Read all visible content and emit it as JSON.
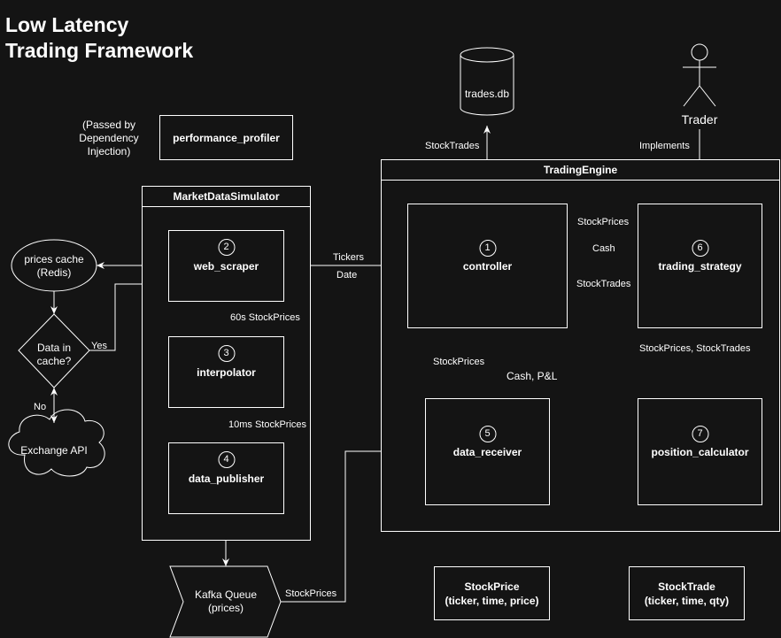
{
  "title": {
    "line1": "Low Latency",
    "line2": "Trading Framework"
  },
  "note": {
    "line1": "(Passed by",
    "line2": "Dependency",
    "line3": "Injection)"
  },
  "performance_profiler": "performance_profiler",
  "database": "trades.db",
  "actor": "Trader",
  "market_sim": {
    "title": "MarketDataSimulator",
    "web_scraper": {
      "num": "2",
      "label": "web_scraper"
    },
    "interpolator": {
      "num": "3",
      "label": "interpolator"
    },
    "data_publisher": {
      "num": "4",
      "label": "data_publisher"
    }
  },
  "engine": {
    "title": "TradingEngine",
    "controller": {
      "num": "1",
      "label": "controller"
    },
    "trading_strategy": {
      "num": "6",
      "label": "trading_strategy"
    },
    "data_receiver": {
      "num": "5",
      "label": "data_receiver"
    },
    "position_calculator": {
      "num": "7",
      "label": "position_calculator"
    }
  },
  "cache": {
    "line1": "prices cache",
    "line2": "(Redis)"
  },
  "decision": {
    "line1": "Data in",
    "line2": "cache?"
  },
  "cloud": "Exchange API",
  "queue": {
    "line1": "Kafka Queue",
    "line2": "(prices)"
  },
  "legend_price": {
    "line1": "StockPrice",
    "line2": "(ticker, time, price)"
  },
  "legend_trade": {
    "line1": "StockTrade",
    "line2": "(ticker, time, qty)"
  },
  "edges": {
    "db_trades": "StockTrades",
    "implements": "Implements",
    "tickers": "Tickers",
    "date": "Date",
    "stockprices_strategy": "StockPrices",
    "cash": "Cash",
    "stocktrades_ctrl": "StockTrades",
    "s60": "60s StockPrices",
    "ms10": "10ms StockPrices",
    "yes": "Yes",
    "no": "No",
    "stockprices_receiver": "StockPrices",
    "cash_pl": "Cash, P&L",
    "prices_trades": "StockPrices, StockTrades",
    "kafka_prices": "StockPrices"
  }
}
